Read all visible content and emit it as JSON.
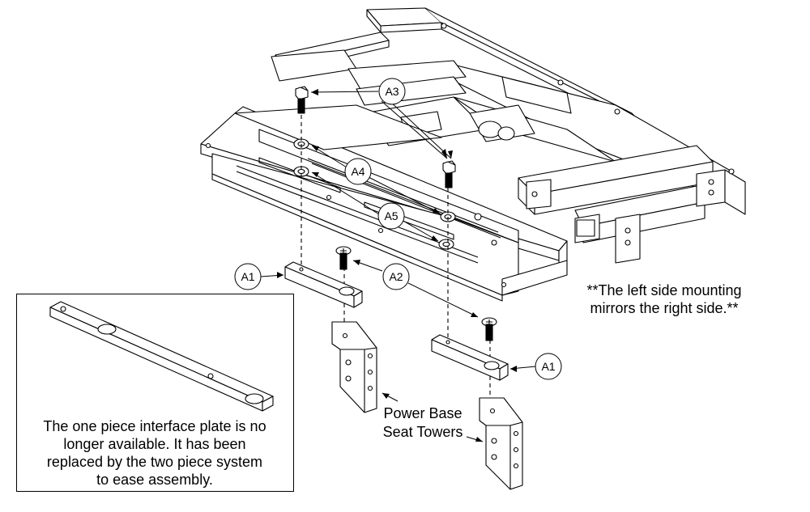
{
  "callouts": {
    "a1_left": "A1",
    "a1_right": "A1",
    "a2": "A2",
    "a3": "A3",
    "a4": "A4",
    "a5": "A5"
  },
  "notes": {
    "mirror_line1": "**The left side mounting",
    "mirror_line2": "mirrors the right side.**",
    "interface_line1": "The one piece interface plate is no",
    "interface_line2": "longer available. It has been",
    "interface_line3": "replaced by the two piece system",
    "interface_line4": "to ease assembly."
  },
  "labels": {
    "towers_line1": "Power Base",
    "towers_line2": "Seat Towers"
  }
}
